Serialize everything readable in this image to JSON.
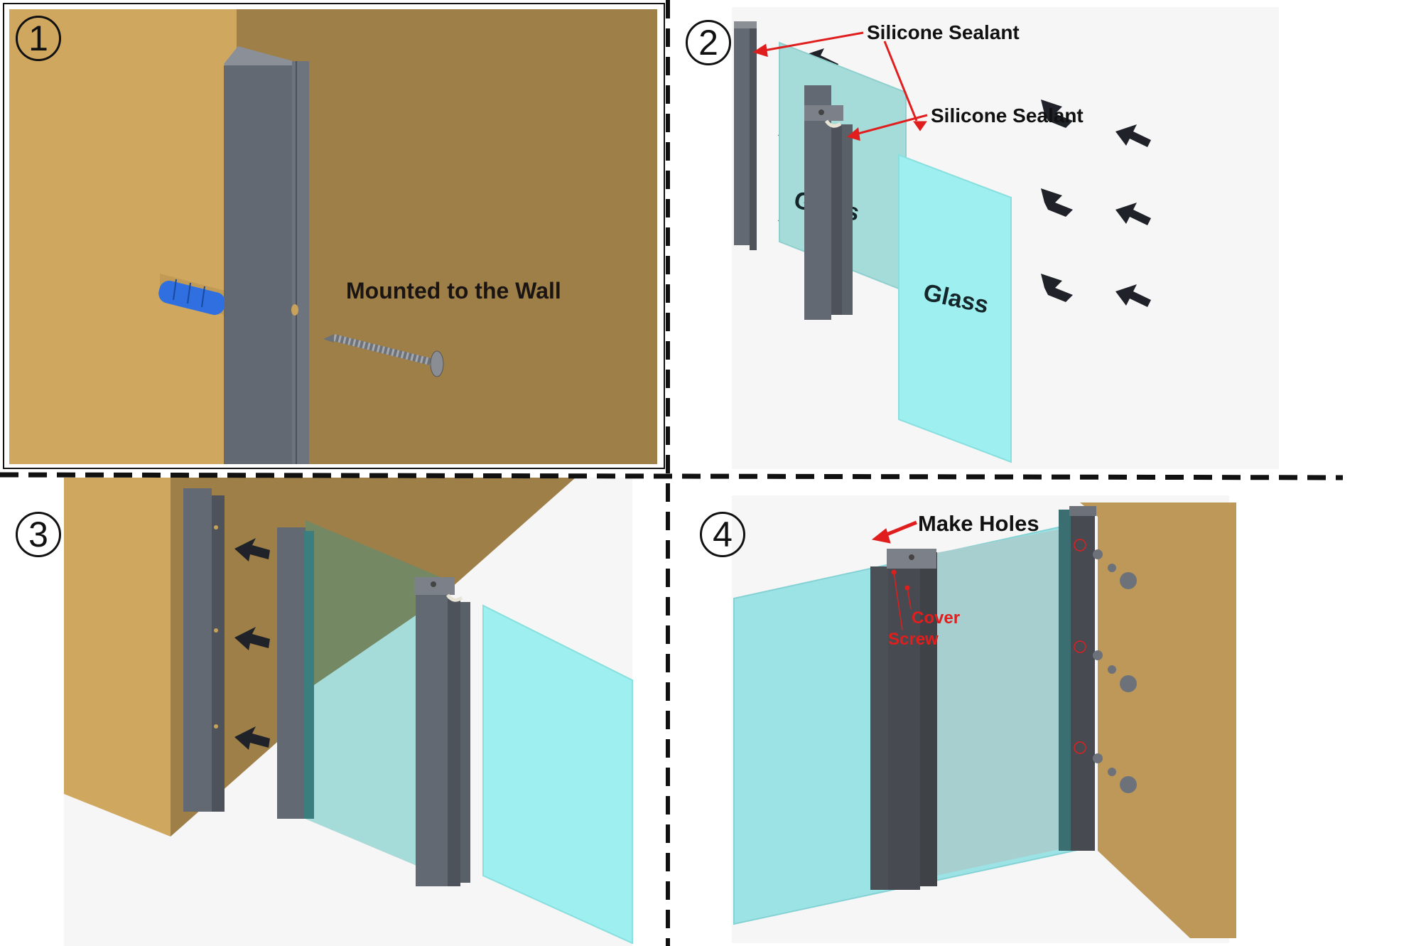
{
  "diagram": {
    "title": "Glass panel wall-mount profile installation steps",
    "colors": {
      "wall_light": "#cfa75f",
      "wall_dark": "#9e7f48",
      "wall_step4": "#bd9859",
      "profile": "#636972",
      "profile_dark": "#474b51",
      "glass_left": "#a5dcda",
      "glass_right": "#9ef0f0",
      "arrow": "#1f2228",
      "callout_red": "#e01e1e",
      "dowel_blue": "#2f6fe0",
      "divider": "#111111"
    },
    "steps": [
      {
        "number": "1",
        "marker": "①",
        "labels": {
          "mounted": "Mounted to the Wall"
        }
      },
      {
        "number": "2",
        "marker": "②",
        "labels": {
          "sealant_top": "Silicone Sealant",
          "sealant_right": "Silicone Sealant",
          "glass_left": "Glass",
          "glass_right": "Glass"
        }
      },
      {
        "number": "3",
        "marker": "③",
        "labels": {}
      },
      {
        "number": "4",
        "marker": "④",
        "labels": {
          "make_holes": "Make Holes",
          "cover": "Cover",
          "screw": "Screw"
        }
      }
    ]
  }
}
